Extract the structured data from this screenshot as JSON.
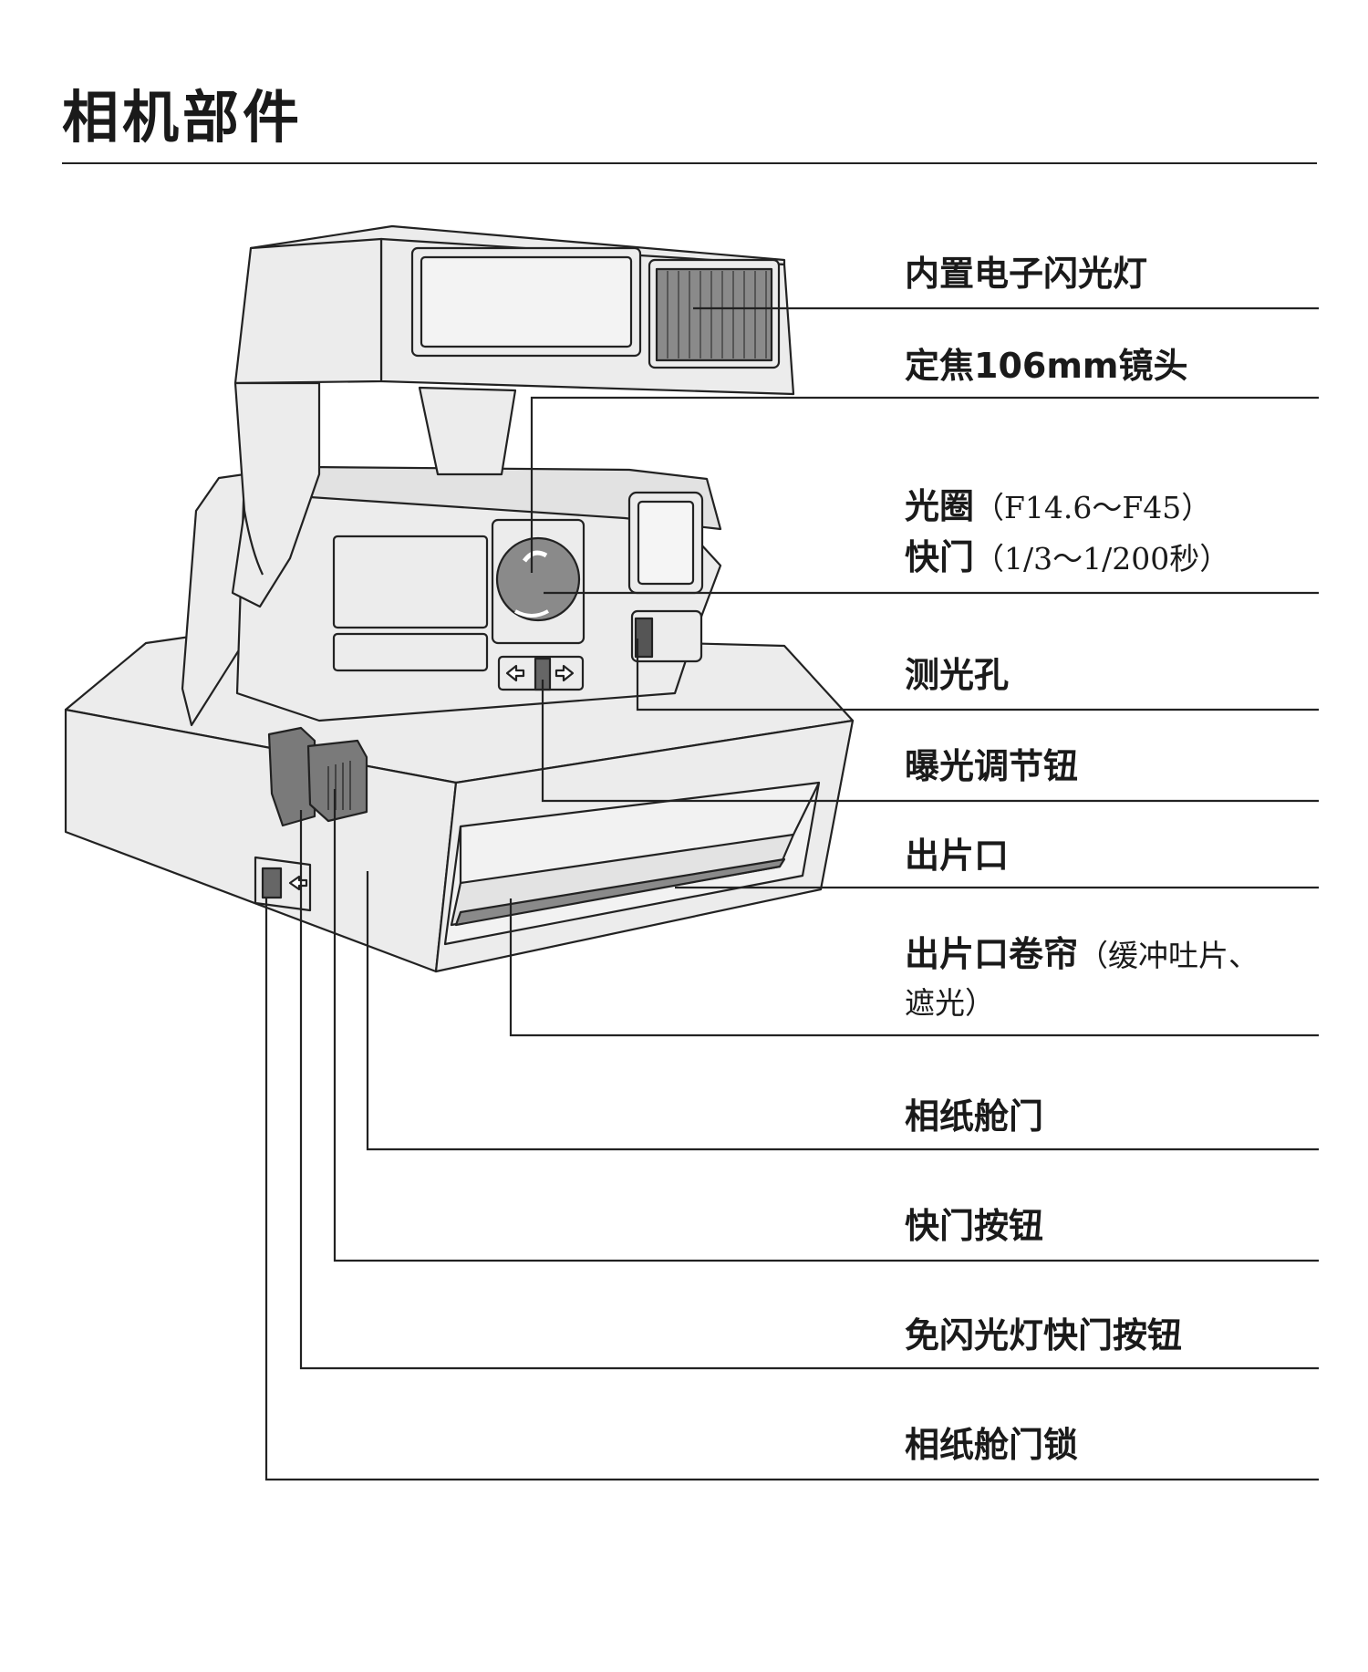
{
  "title": "相机部件",
  "parts": {
    "flash": "内置电子闪光灯",
    "lens": "定焦106mm镜头",
    "aperture_label": "光圈",
    "aperture_note": "（F14.6～F45）",
    "shutter_label": "快门",
    "shutter_note": "（1/3～1/200秒）",
    "sensor": "测光孔",
    "exposure_dial": "曝光调节钮",
    "film_exit": "出片口",
    "exit_curtain_label": "出片口卷帘",
    "exit_curtain_note": "（缓冲吐片、",
    "exit_curtain_note_2": "遮光）",
    "film_door": "相纸舱门",
    "shutter_button": "快门按钮",
    "no_flash_button": "免闪光灯快门按钮",
    "door_lock": "相纸舱门锁"
  },
  "colors": {
    "body_fill": "#ececec",
    "dark_fill": "#7a7a7a",
    "line": "#222222"
  }
}
